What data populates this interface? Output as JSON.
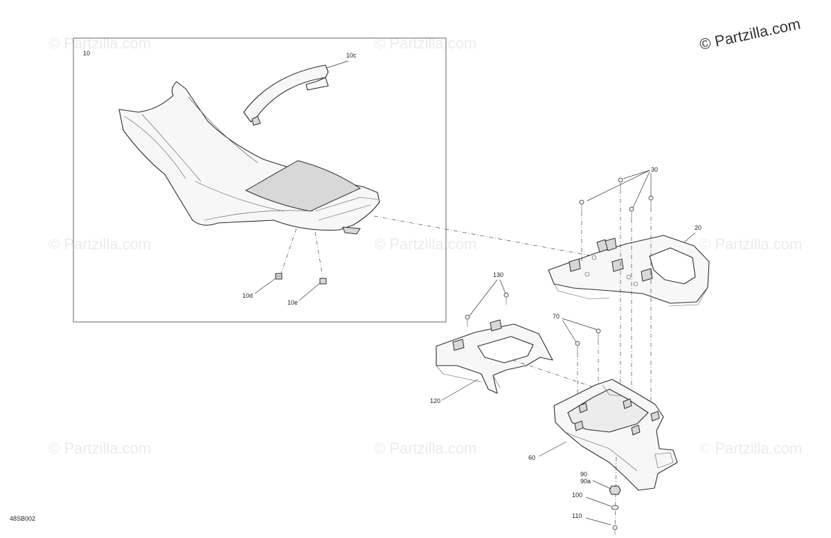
{
  "copyright": "© Partzilla.com",
  "watermark": "© Partzilla.com",
  "diagram_code": "48SB002",
  "callouts": {
    "c10": "10",
    "c10c": "10c",
    "c10d": "10d",
    "c10e": "10e",
    "c20": "20",
    "c30": "30",
    "c60": "60",
    "c70": "70",
    "c90": "90",
    "c90a": "90a",
    "c100": "100",
    "c110": "110",
    "c120": "120",
    "c130": "130"
  }
}
